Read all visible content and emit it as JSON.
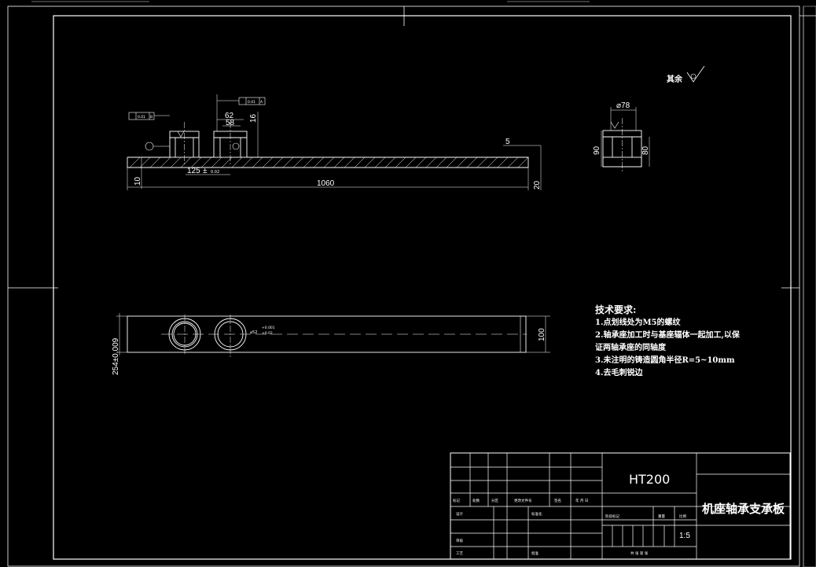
{
  "dimensions": {
    "d62": "62",
    "d58": "58",
    "d16": "16",
    "d125": "125",
    "pm": "±",
    "tol002": "0.02",
    "d10": "10",
    "d1060": "1060",
    "d20": "20",
    "d5": "5",
    "phi78": "⌀78",
    "d90": "90",
    "d80": "80",
    "d100": "100",
    "side_dim": "254±0.009",
    "bore_dim": "⌀52",
    "bore_tol_upper": "+0.001",
    "bore_tol_lower": "+0.02"
  },
  "tolerances": {
    "parallel": "0.01",
    "parallel_datum": "A",
    "coaxial": "0.01",
    "coaxial_datum": "B"
  },
  "surface": {
    "other_label": "其余"
  },
  "notes": {
    "title": "技术要求:",
    "lines": [
      "1.点划线处为M5的螺纹",
      "2.轴承座加工时与基座辐体一起加工,以保",
      "证两轴承座的同轴度",
      "3.未注明的铸造圆角半径R=5~10mm",
      "4.去毛刺锐边"
    ]
  },
  "title_block": {
    "material": "HT200",
    "part_name": "机座轴承支承板",
    "scale": "1:5",
    "row_labels": [
      "标记",
      "处数",
      "分区",
      "更改文件号",
      "签名",
      "年 月 日"
    ],
    "design": "设计",
    "standardize": "标准化",
    "stage_mark": "阶段标记",
    "weight": "重量",
    "ratio": "比例",
    "check": "审核",
    "process": "工艺",
    "approve": "批准",
    "sheets": "共   张 第   张"
  }
}
